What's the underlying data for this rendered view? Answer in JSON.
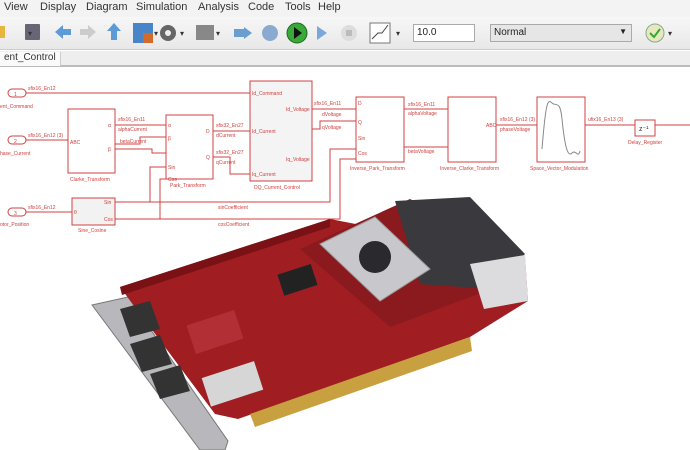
{
  "menu": [
    "View",
    "Display",
    "Diagram",
    "Simulation",
    "Analysis",
    "Code",
    "Tools",
    "Help"
  ],
  "toolbar": {
    "stop_time": "10.0",
    "sim_mode": "Normal"
  },
  "breadcrumb": "ent_Control",
  "diagram": {
    "inports": [
      {
        "num": "1",
        "name": "ent_Command",
        "type": "sfix16_En12"
      },
      {
        "num": "2",
        "name": "hase_Current",
        "type": "sfix16_En12 (3)"
      },
      {
        "num": "3",
        "name": "otor_Position",
        "type": "sfix16_En12"
      }
    ],
    "blocks": {
      "clarke": "Clarke_Transform",
      "park": "Park_Transform",
      "dq": "DQ_Current_Control",
      "sincos": "Sine_Cosine",
      "ipark": "Inverse_Park_Transform",
      "iclarke": "Inverse_Clarke_Transform",
      "svm": "Space_Vector_Modulation",
      "delay": "Delay_Register",
      "delay_glyph": "z⁻¹"
    },
    "ports": {
      "abc": "ABC",
      "alpha": "α",
      "beta": "β",
      "sin": "Sin",
      "cos": "Cos",
      "d": "D",
      "q": "Q",
      "theta": "θ",
      "id_cmd": "Id_Command",
      "id_cur": "Id_Current",
      "iq_cur": "Iq_Current",
      "id_v": "Id_Voltage",
      "iq_v": "Iq_Voltage"
    },
    "signals": {
      "alphaCurrent": "alphaCurrent",
      "betaCurrent": "betaCurrent",
      "dCurrent": "dCurrent",
      "qCurrent": "qCurrent",
      "dVoltage": "dVoltage",
      "qVoltage": "qVoltage",
      "alphaVoltage": "alphaVoltage",
      "betaVoltage": "betaVoltage",
      "phaseVoltage": "phaseVoltage",
      "sinCoefficient": "sinCoefficient",
      "cosCoefficient": "cosCoefficient",
      "t1": "sfix16_En11",
      "t2": "sfix32_En27",
      "t3": "sfix16_En12 (3)",
      "t4": "ufix16_En13 (3)"
    }
  },
  "colors": {
    "diagram": "#d04040",
    "play": "#2e9c2e"
  }
}
